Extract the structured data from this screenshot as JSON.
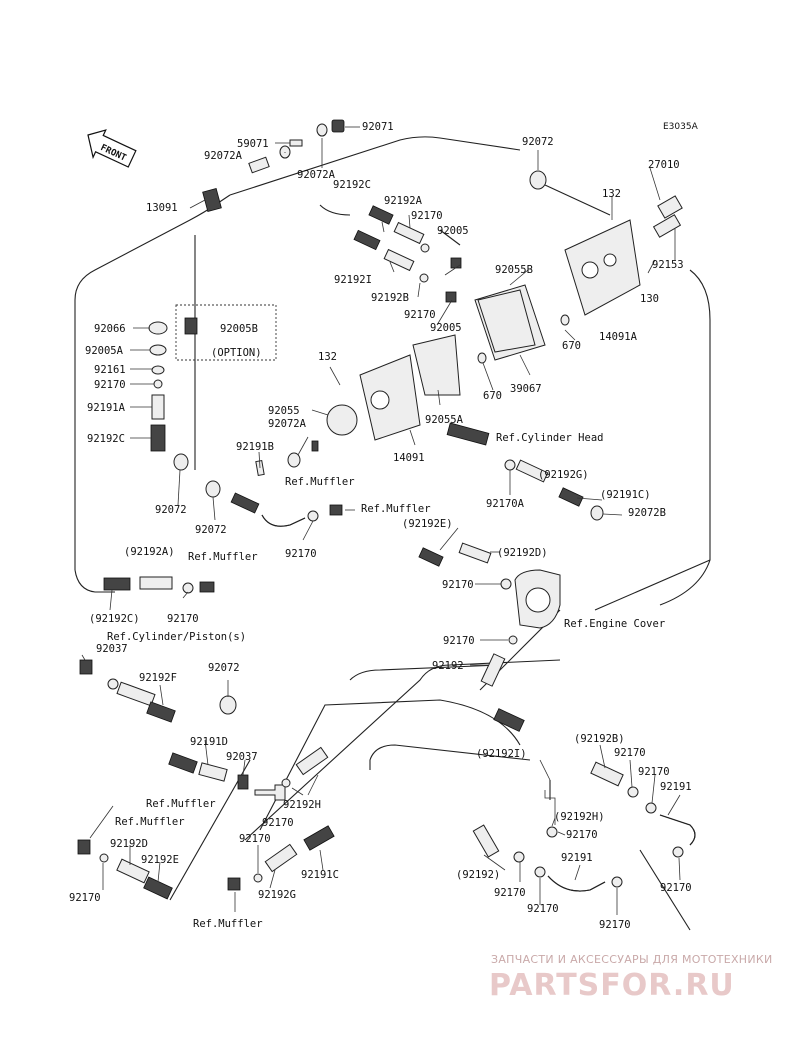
{
  "diagram_code": "E3035A",
  "front_label": "FRONT",
  "option_label": "(OPTION)",
  "part_labels": {
    "p92071": "92071",
    "p59071": "59071",
    "p92072A_top": "92072A",
    "p92072A_2": "92072A",
    "p92072_top": "92072",
    "p27010": "27010",
    "p13091": "13091",
    "p92192C_top": "92192C",
    "p92192A_top": "92192A",
    "p92170_a": "92170",
    "p132_top": "132",
    "p92005_top": "92005",
    "p92055B": "92055B",
    "p92153": "92153",
    "p92192I_top": "92192I",
    "p92192B_top": "92192B",
    "p130": "130",
    "p92170_b": "92170",
    "p92005_b": "92005",
    "p14091A": "14091A",
    "p670_a": "670",
    "p92066": "92066",
    "p92005B": "92005B",
    "p92005A": "92005A",
    "p92161": "92161",
    "p92170_c": "92170",
    "p132_mid": "132",
    "p670_b": "670",
    "p39067": "39067",
    "p92191A": "92191A",
    "p92055": "92055",
    "p92072A_mid": "92072A",
    "p92055A": "92055A",
    "p92192C_mid": "92192C",
    "p92191B": "92191B",
    "p14091": "14091",
    "p92192G_paren": "(92192G)",
    "p92170A": "92170A",
    "p92191C_paren": "(92191C)",
    "p92072_l1": "92072",
    "p92072_l2": "92072",
    "p92072B": "92072B",
    "p92170_d": "92170",
    "p92192E_paren": "(92192E)",
    "p92192D_paren": "(92192D)",
    "p92192A_paren": "(92192A)",
    "p92170_e": "92170",
    "p92170_f": "92170",
    "p92192C_paren": "(92192C)",
    "p92037_a": "92037",
    "p92170_g": "92170",
    "p92192_mid": "92192",
    "p92072_mid": "92072",
    "p92192F": "92192F",
    "p92191D": "92191D",
    "p92037_b": "92037",
    "p92192I_paren": "(92192I)",
    "p92192B_paren": "(92192B)",
    "p92170_h": "92170",
    "p92170_i": "92170",
    "p92191_r": "92191",
    "p92170_j": "92170",
    "p92192H": "92192H",
    "p92192H_paren": "(92192H)",
    "p92170_k": "92170",
    "p92192D": "92192D",
    "p92170_l": "92170",
    "p92191C": "92191C",
    "p92192E": "92192E",
    "p92192G": "92192G",
    "p92192_paren": "(92192)",
    "p92191_b": "92191",
    "p92170_m": "92170",
    "p92170_n": "92170",
    "p92170_o": "92170",
    "p92170_p": "92170",
    "p92170_q": "92170"
  },
  "reference_labels": {
    "cylinder_head": "Ref.Cylinder Head",
    "muffler_1": "Ref.Muffler",
    "muffler_2": "Ref.Muffler",
    "muffler_3": "Ref.Muffler",
    "cylinder_piston": "Ref.Cylinder/Piston(s)",
    "engine_cover": "Ref.Engine Cover",
    "muffler_4": "Ref.Muffler",
    "muffler_5": "Ref.Muffler",
    "muffler_6": "Ref.Muffler"
  },
  "watermark": {
    "tagline": "ЗАПЧАСТИ И АКСЕССУАРЫ ДЛЯ МОТОТЕХНИКИ",
    "brand": "PARTSFOR.RU"
  }
}
